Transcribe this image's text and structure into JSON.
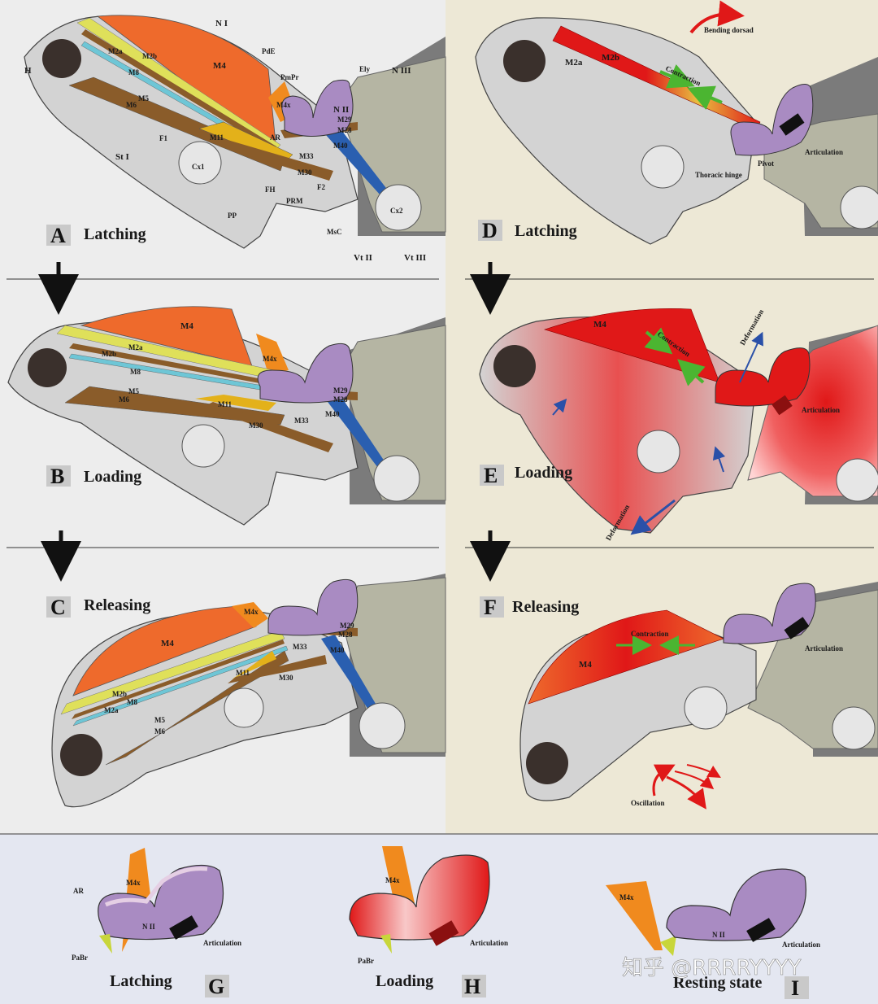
{
  "panels": {
    "A": {
      "letter": "A",
      "title": "Latching"
    },
    "B": {
      "letter": "B",
      "title": "Loading"
    },
    "C": {
      "letter": "C",
      "title": "Releasing"
    },
    "D": {
      "letter": "D",
      "title": "Latching"
    },
    "E": {
      "letter": "E",
      "title": "Loading"
    },
    "F": {
      "letter": "F",
      "title": "Releasing"
    },
    "G": {
      "letter": "G",
      "title": "Latching"
    },
    "H": {
      "letter": "H",
      "title": "Loading"
    },
    "I": {
      "letter": "I",
      "title": "Resting state"
    }
  },
  "labels": {
    "H": "H",
    "NI": "N I",
    "NII": "N II",
    "NIII": "N III",
    "StI": "St I",
    "VtII": "Vt II",
    "VtIII": "Vt III",
    "PdE": "PdE",
    "PmPr": "PmPr",
    "Ely": "Ely",
    "AR": "AR",
    "F1": "F1",
    "F2": "F2",
    "FH": "FH",
    "Cx1": "Cx1",
    "Cx2": "Cx2",
    "PP": "PP",
    "PRM": "PRM",
    "MsC": "MsC",
    "PaBr": "PaBr",
    "M2a": "M2a",
    "M2b": "M2b",
    "M4": "M4",
    "M4x": "M4x",
    "M5": "M5",
    "M6": "M6",
    "M8": "M8",
    "M11": "M11",
    "M28": "M28",
    "M29": "M29",
    "M30": "M30",
    "M33": "M33",
    "M40": "M40"
  },
  "annotations": {
    "bending": "Bending dorsad",
    "contraction": "Contraction",
    "articulation": "Articulation",
    "pivot": "Pivot",
    "thoracic_hinge": "Thoracic hinge",
    "deformation": "Deformation",
    "oscillation": "Oscillation"
  },
  "watermark": "知乎 @RRRRYYYY",
  "colors": {
    "panel_left_bg": "#ededed",
    "panel_right_bg": "#ede8d6",
    "panel_bottom_bg": "#e4e7f1",
    "head": "#d3d3d3",
    "thorax_gray": "#b5b5a3",
    "dark_gray": "#7b7b7b",
    "eye": "#3a302c",
    "M4_orange": "#ee6a2c",
    "M4x_orange": "#f08a1e",
    "M2_yellow": "#dfe05a",
    "M8_cyan": "#6ec6d6",
    "M5_brown": "#8a5c2a",
    "M11_gold": "#e3b11a",
    "M40_blue": "#2a5fb0",
    "pronotum_purple": "#a98bc2",
    "pronotum_light": "#e5cfe4",
    "contraction_red": "#e01818",
    "arrow_green": "#4bb531",
    "arrow_blue": "#2a50a8",
    "labelbox": "#c9c9c9"
  }
}
